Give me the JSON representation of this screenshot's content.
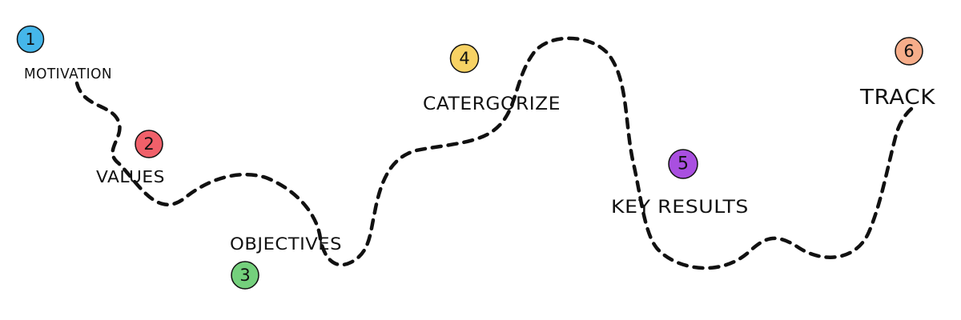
{
  "colors": {
    "path": "#111111",
    "text": "#111111",
    "background": "#ffffff"
  },
  "steps": [
    {
      "number": "1",
      "label": "MOTIVATION",
      "color": "#45b6ea"
    },
    {
      "number": "2",
      "label": "VALUES",
      "color": "#f0606a"
    },
    {
      "number": "3",
      "label": "OBJECTIVES",
      "color": "#74d07c"
    },
    {
      "number": "4",
      "label": "CATERGORIZE",
      "color": "#f7d264"
    },
    {
      "number": "5",
      "label": "KEY RESULTS",
      "color": "#a94fe0"
    },
    {
      "number": "6",
      "label": "TRACK",
      "color": "#f6ad8a"
    }
  ]
}
